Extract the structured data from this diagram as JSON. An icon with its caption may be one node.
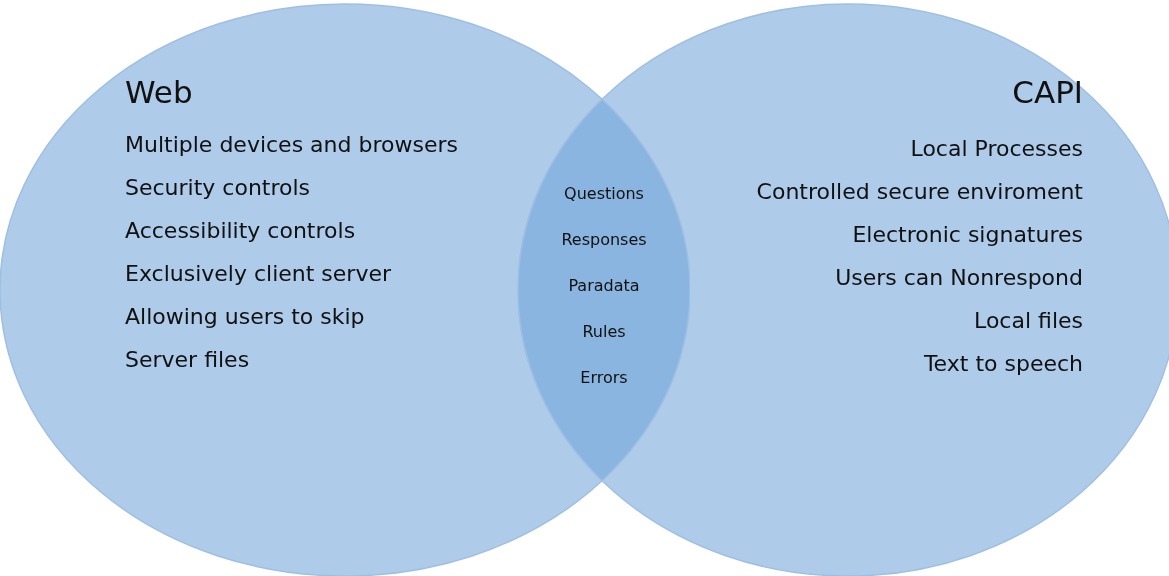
{
  "diagram": {
    "nodes": [
      {
        "text": [
          "Web",
          "Multiple devices and browsers",
          "Security controls",
          "Accessibility controls",
          "Exclusively client server",
          "Allowing users to skip",
          "Server files"
        ]
      },
      {
        "text": [
          "CAPI",
          "Local Processes",
          "Controlled secure enviroment",
          "Electronic signatures",
          "Users can Nonrespond",
          "Local files",
          "Text to speech"
        ]
      },
      {
        "text": [
          "Questions",
          "Responses",
          "Paradata",
          "Rules",
          "Errors"
        ]
      }
    ],
    "edges": []
  }
}
